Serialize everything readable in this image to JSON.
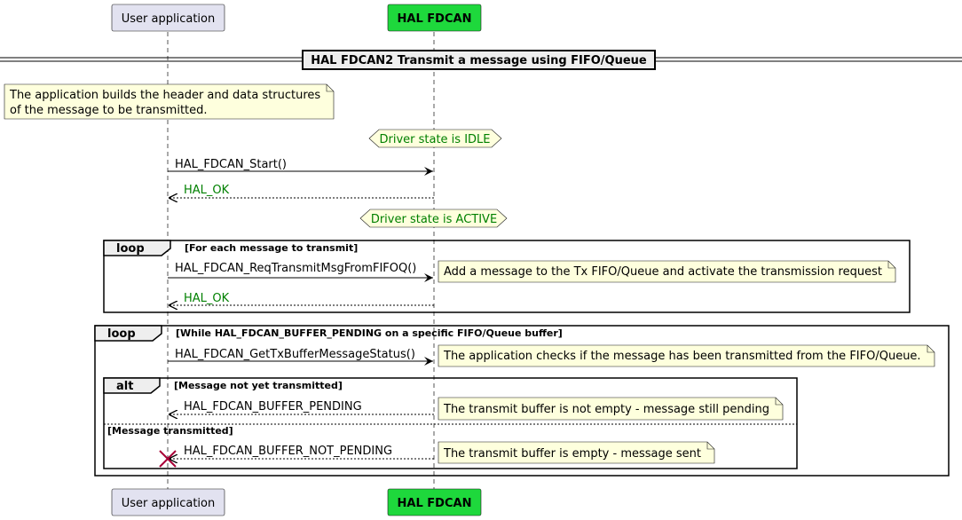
{
  "participants": {
    "user": "User application",
    "hal": "HAL FDCAN"
  },
  "divider": "HAL FDCAN2 Transmit a message using FIFO/Queue",
  "intro_note": {
    "line1": "The application builds the header and data structures",
    "line2": "of the message to be transmitted."
  },
  "states": {
    "idle": "Driver state is IDLE",
    "active": "Driver state is ACTIVE"
  },
  "messages": {
    "start": "HAL_FDCAN_Start()",
    "start_ret": "HAL_OK",
    "req": "HAL_FDCAN_ReqTransmitMsgFromFIFOQ()",
    "req_ret": "HAL_OK",
    "status": "HAL_FDCAN_GetTxBufferMessageStatus()",
    "pending": "HAL_FDCAN_BUFFER_PENDING",
    "not_pending": "HAL_FDCAN_BUFFER_NOT_PENDING"
  },
  "loop1": {
    "keyword": "loop",
    "guard": "[For each message to transmit]"
  },
  "loop2": {
    "keyword": "loop",
    "guard": "[While HAL_FDCAN_BUFFER_PENDING on a specific FIFO/Queue buffer]"
  },
  "alt": {
    "keyword": "alt",
    "guard1": "[Message not yet transmitted]",
    "guard2": "[Message transmitted]"
  },
  "notes": {
    "req": "Add a message to the Tx FIFO/Queue and activate the transmission request",
    "status": "The application checks if the message has been transmitted from the FIFO/Queue.",
    "pending": "The transmit buffer is not empty - message still pending",
    "sent": "The transmit buffer is empty - message sent"
  },
  "colors": {
    "participant_user": "#E2E2F0",
    "participant_hal": "#1ED83C",
    "note_fill": "#FEFFDD",
    "state_text": "#008000",
    "destroy": "#A80036"
  }
}
